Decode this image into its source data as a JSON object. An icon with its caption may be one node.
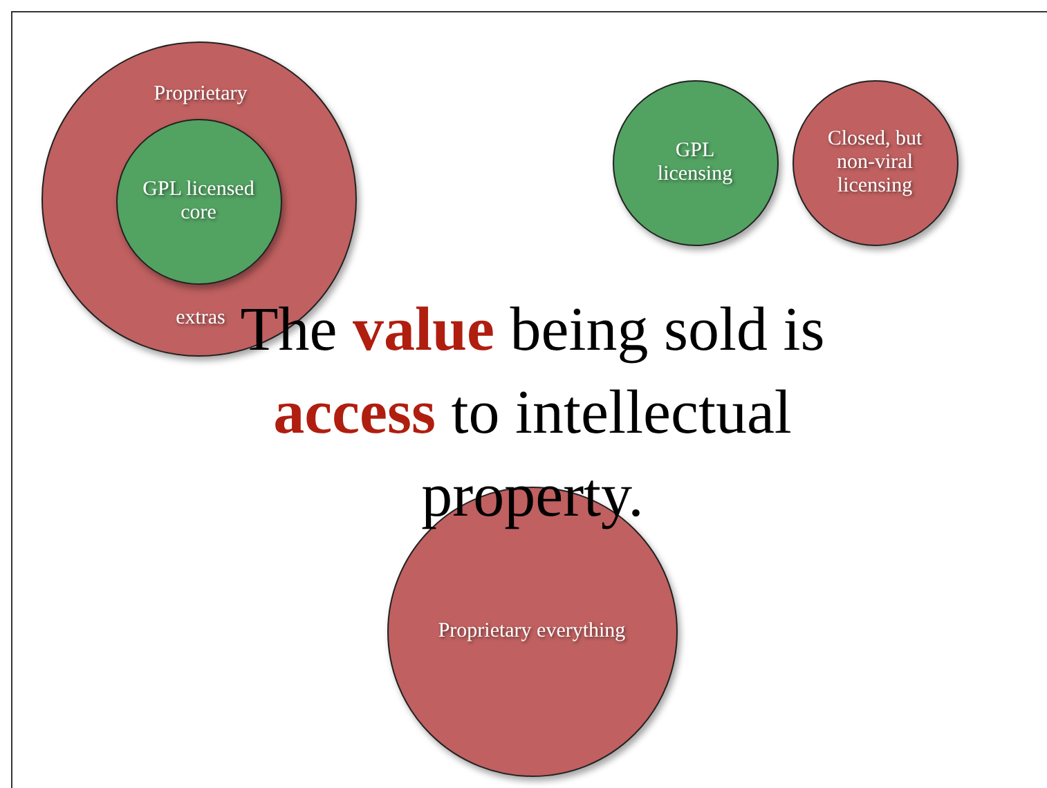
{
  "diagram": {
    "nodes": [
      {
        "text": [
          "Proprietary",
          "extras"
        ]
      },
      {
        "text": [
          "GPL licensed core"
        ],
        "in": 0
      },
      {
        "text": [
          "GPL licensing"
        ]
      },
      {
        "text": [
          "Closed, but non-viral licensing"
        ]
      },
      {
        "text": [
          "Proprietary everything"
        ]
      }
    ],
    "labels": [
      "The **value** being sold is **access** to intellectual property."
    ]
  }
}
